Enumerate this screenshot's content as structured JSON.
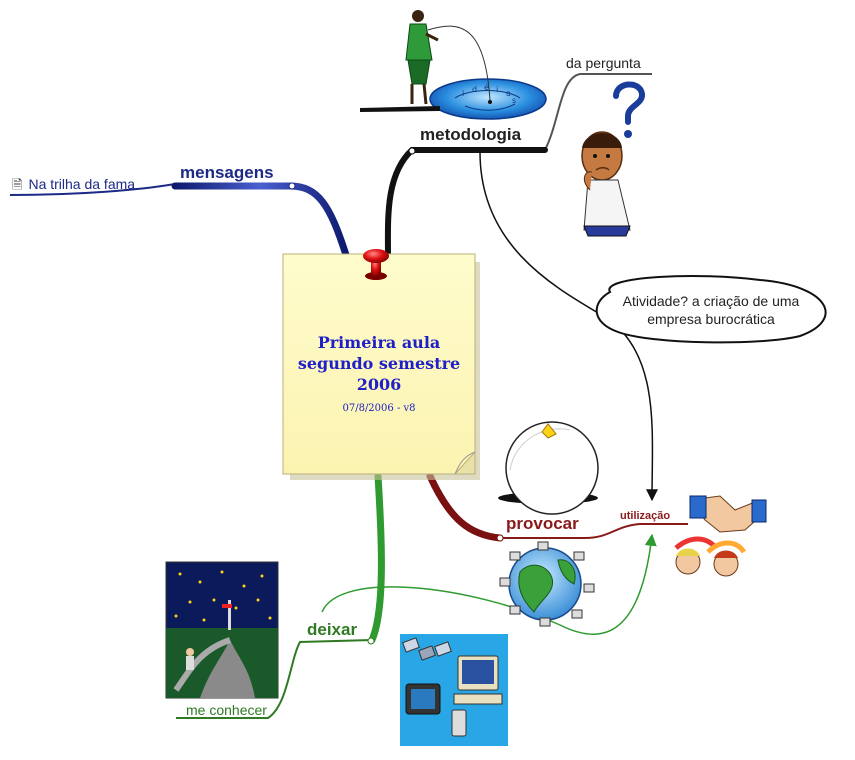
{
  "central_topic": {
    "title_lines": [
      "Primeira aula",
      "segundo semestre",
      "2006"
    ],
    "subtitle": "07/8/2006 - v8"
  },
  "branches": {
    "mensagens": {
      "label": "mensagens",
      "child": "Na trilha da fama",
      "color": "#1c2a86"
    },
    "metodologia": {
      "label": "metodologia",
      "child": "da pergunta",
      "color": "#222222"
    },
    "provocar": {
      "label": "provocar",
      "child": "utilização",
      "color": "#8a1a1a"
    },
    "deixar": {
      "label": "deixar",
      "child": "me conhecer",
      "color": "#2f7a23"
    }
  },
  "callout": {
    "lines": [
      "Atividade? a criação de uma",
      "empresa burocrática"
    ]
  },
  "icons": {
    "note_child": "document-icon",
    "central": "sticky-note-icon",
    "pin": "pushpin-icon",
    "fishing": "fishing-woman-icon",
    "thinking": "confused-man-icon",
    "magnet": "crystal-ball-icon",
    "globe": "networked-globe-icon",
    "handshake": "handshake-icon",
    "night_path": "starry-night-path-icon",
    "devices": "satellite-tv-computer-icon"
  }
}
